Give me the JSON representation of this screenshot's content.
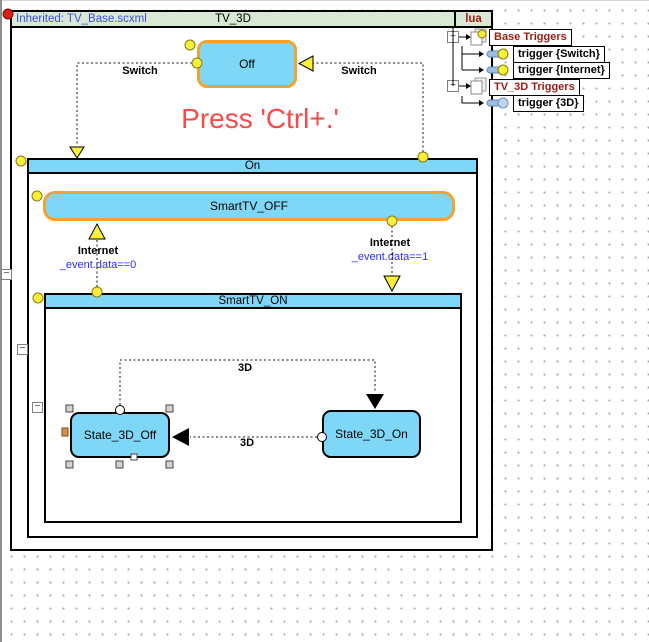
{
  "header": {
    "inherited_label": "Inherited: TV_Base.scxml",
    "chart_title": "TV_3D",
    "datamodel": "lua"
  },
  "hint_text": "Press 'Ctrl+.'",
  "states": {
    "off": "Off",
    "on": "On",
    "smarttv_off": "SmartTV_OFF",
    "smarttv_on": "SmartTV_ON",
    "state_3d_off": "State_3D_Off",
    "state_3d_on": "State_3D_On"
  },
  "transitions": {
    "switch_to_on": {
      "event": "Switch"
    },
    "switch_to_off": {
      "event": "Switch"
    },
    "internet_to_smarttv_off": {
      "event": "Internet",
      "cond": "_event.data==0"
    },
    "internet_to_smarttv_on": {
      "event": "Internet",
      "cond": "_event.data==1"
    },
    "d3_to_on": {
      "event": "3D"
    },
    "d3_to_off": {
      "event": "3D"
    }
  },
  "triggers_panel": {
    "groups": [
      {
        "title": "Base Triggers",
        "items": [
          {
            "label": "trigger {Switch}"
          },
          {
            "label": "trigger {Internet}"
          }
        ]
      },
      {
        "title": "TV_3D Triggers",
        "items": [
          {
            "label": "trigger {3D}"
          }
        ]
      }
    ]
  },
  "glyphs": {
    "collapse": "−"
  },
  "colors": {
    "state_fill": "#7fd7f7",
    "orange_border": "#f0a232",
    "header_bg": "#d9e8d5",
    "hint_red": "#f94a48",
    "cond_blue": "#2b2bff",
    "trigger_red": "#9e1c13",
    "port_yellow": "#f9ee3a"
  }
}
